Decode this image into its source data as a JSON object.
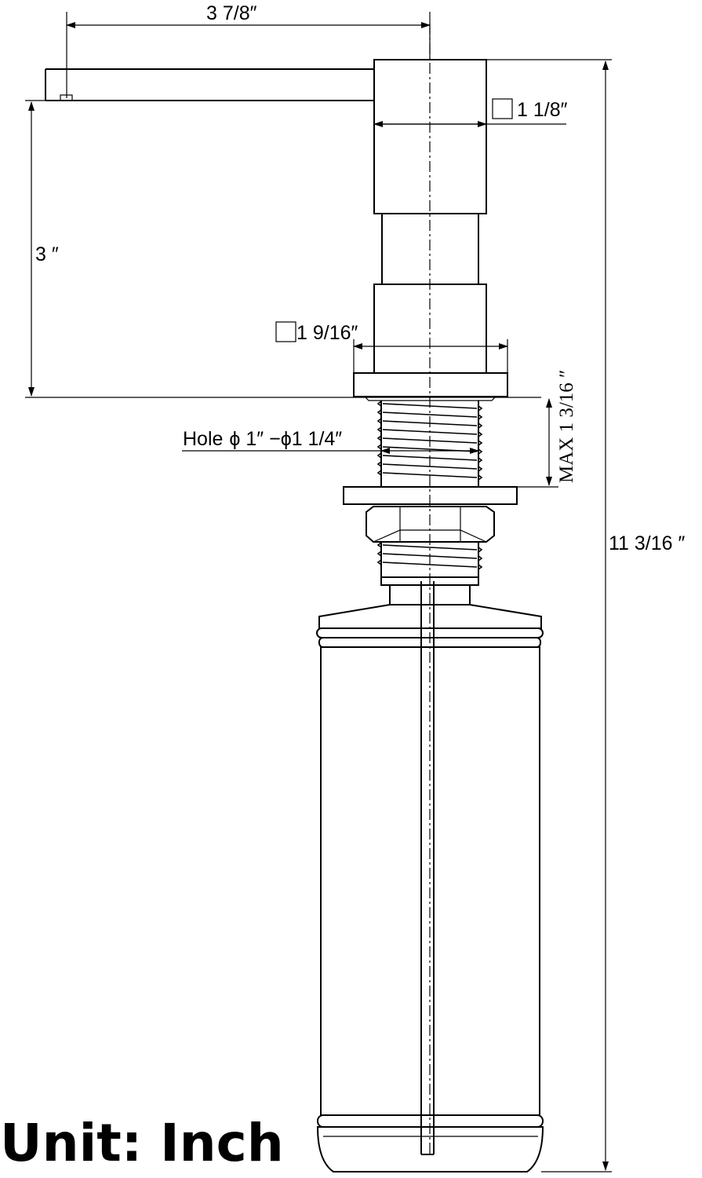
{
  "dimensions": {
    "spout_length": "3 7/8″",
    "head_square": "1 1/8″",
    "height_above_counter": "3 ″",
    "flange_square": "1 9/16″",
    "hole": "Hole",
    "hole_phi1": "ϕ",
    "hole_min": " 1″  −",
    "hole_phi2": "ϕ",
    "hole_max": "1 1/4″",
    "max_thickness": "MAX 1 3/16 ″",
    "total_height": "11 3/16 ″"
  },
  "unit_label": "Unit: Inch"
}
